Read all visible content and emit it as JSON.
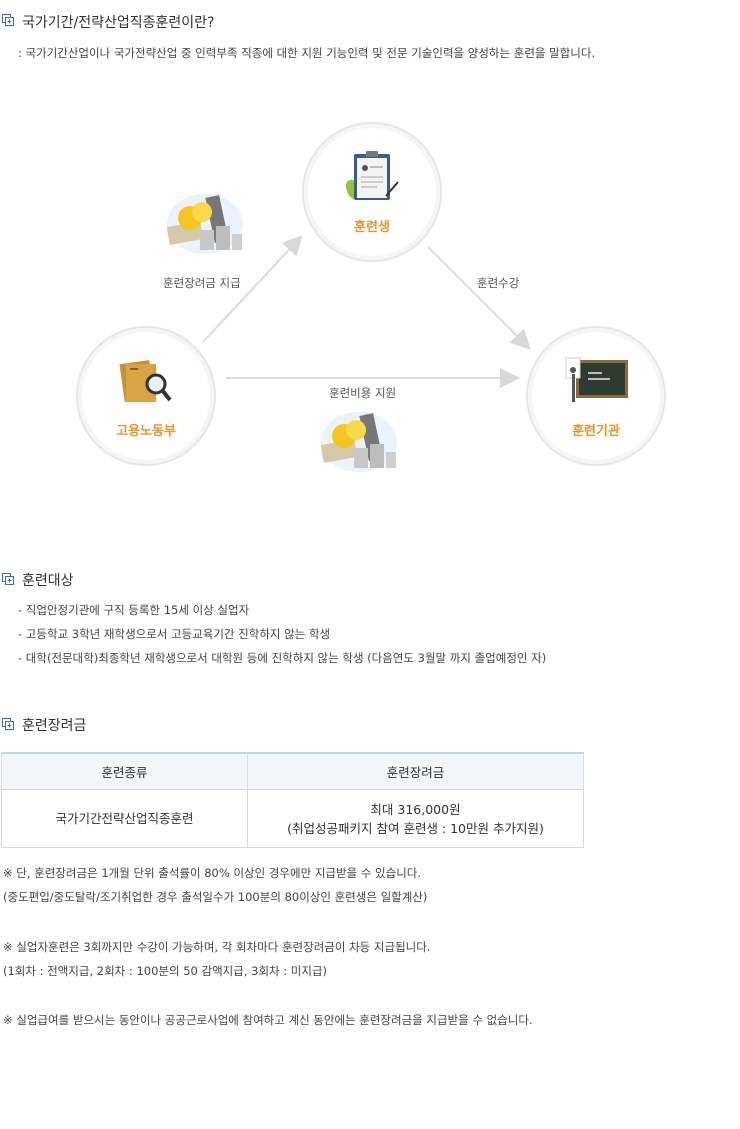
{
  "section1": {
    "title": "국가기간/전략산업직종훈련이란?",
    "desc": ": 국가기간산업이나 국가전략산업 중 인력부족 직종에 대한 지원 기능인력 및 전문 기술인력을 양성하는 훈련을 말합니다."
  },
  "diagram": {
    "trainee": "훈련생",
    "ministry": "고용노동부",
    "institution": "훈련기관",
    "flow_allowance": "훈련장려금 지급",
    "flow_attend": "훈련수강",
    "flow_cost": "훈련비용 지원"
  },
  "section2": {
    "title": "훈련대상",
    "items": [
      "- 직업안정기관에 구직 등록한 15세 이상 실업자",
      "- 고등학교 3학년 재학생으로서 고등교육기간 진학하지 않는 학생",
      "- 대학(전문대학)최종학년 재학생으로서 대학원 등에 진학하지 않는 학생 (다음연도 3월말 까지 졸업예정인 자)"
    ]
  },
  "section3": {
    "title": "훈련장려금",
    "table": {
      "headers": [
        "훈련종류",
        "훈련장려금"
      ],
      "row_type": "국가기간전략산업직종훈련",
      "row_amount_line1": "최대 316,000원",
      "row_amount_line2": "(취업성공패키지 참여 훈련생 : 10만원 추가지원)"
    },
    "notes": [
      "※ 단, 훈련장려금은 1개월 단위 출석률이 80% 이상인 경우에만 지급받을 수 있습니다.",
      "(중도편입/중도탈락/조기취업한 경우 출석일수가 100분의 80이상인 훈련생은 일할계산)",
      "※ 실업자훈련은 3회까지만 수강이 가능하며, 각 회차마다 훈련장려금이 차등 지급됩니다.",
      "(1회차 : 전액지급, 2회차 : 100분의 50 감액지급, 3회차 : 미지급)",
      "※ 실업급여를 받으시는 동안이나 공공근로사업에 참여하고 계신 동안에는 훈련장려금을 지급받을 수 없습니다."
    ]
  },
  "colors": {
    "accent": "#e8952b",
    "icon_blue": "#3a6fb0"
  }
}
